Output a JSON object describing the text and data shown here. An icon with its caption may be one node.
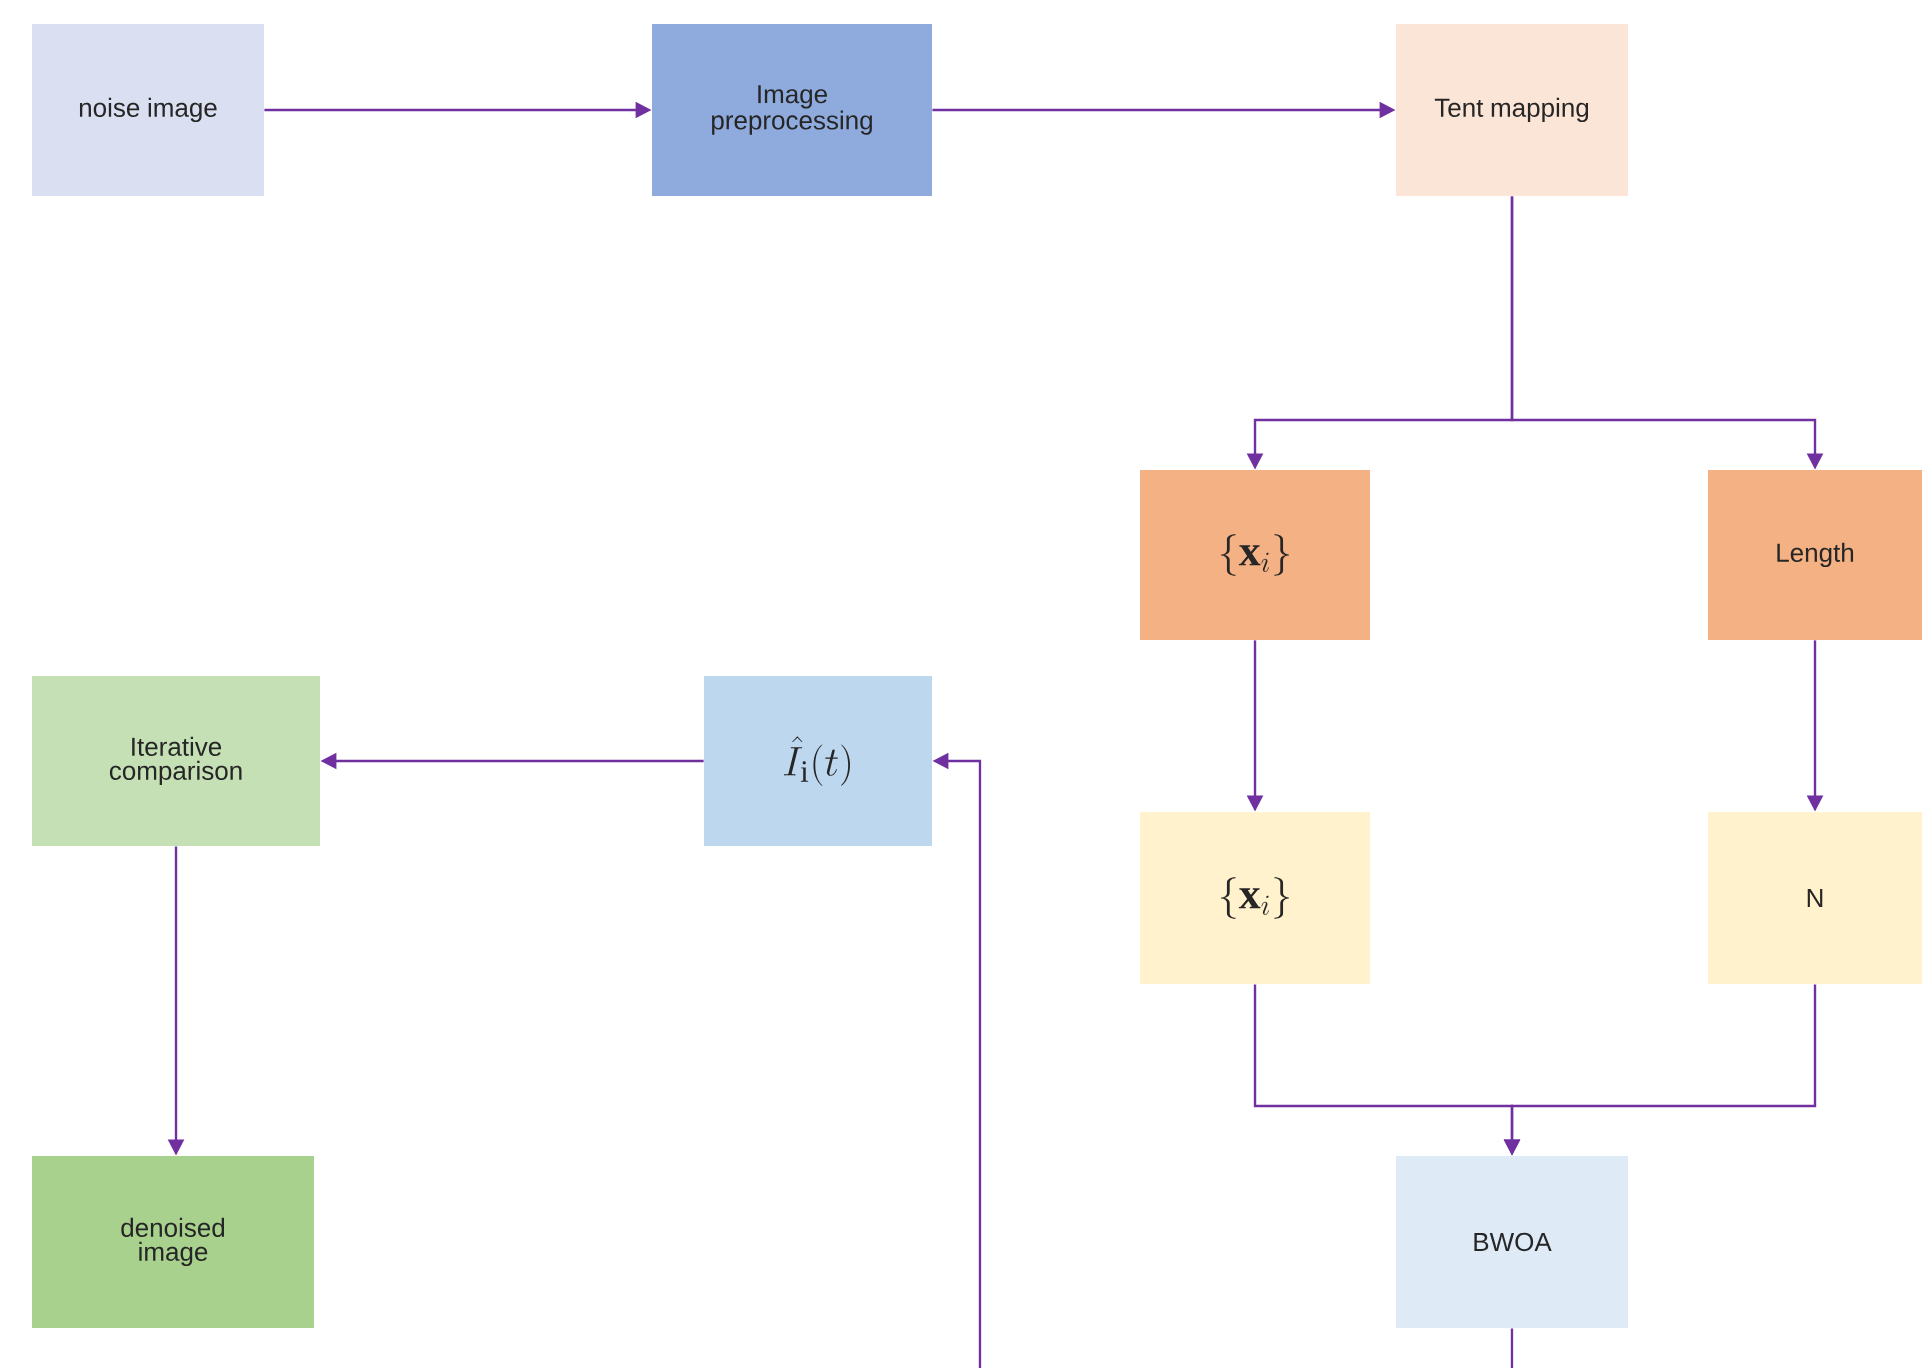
{
  "diagram": {
    "nodes": [
      {
        "text": [
          "noise image"
        ]
      },
      {
        "text": [
          "Image preprocessing"
        ]
      },
      {
        "text": [
          "Tent mapping"
        ]
      },
      {
        "text": [
          "\\{\\mathbf{x}_{i}\\}"
        ]
      },
      {
        "text": [
          "Length"
        ]
      },
      {
        "text": [
          "\\hat{I}_{\\mathrm{i}}(t)"
        ]
      },
      {
        "text": [
          "Iterative comparison"
        ]
      },
      {
        "text": [
          "\\{\\mathbf{x}_{i}\\}"
        ]
      },
      {
        "text": [
          "N"
        ]
      },
      {
        "text": [
          "denoised image"
        ]
      },
      {
        "text": [
          "BWOA"
        ]
      }
    ],
    "edges": [
      {
        "from": 0,
        "to": 1,
        "arrow": "to"
      },
      {
        "from": 1,
        "to": 2,
        "arrow": "to"
      },
      {
        "from": 2,
        "to": 3,
        "arrow": "to"
      },
      {
        "from": 2,
        "to": 4,
        "arrow": "to"
      },
      {
        "from": 3,
        "to": 7,
        "arrow": "to"
      },
      {
        "from": 4,
        "to": 8,
        "arrow": "to"
      },
      {
        "from": 7,
        "to": 10,
        "arrow": "to"
      },
      {
        "from": 8,
        "to": 10,
        "arrow": "to"
      },
      {
        "from": 5,
        "to": 6,
        "arrow": "to"
      },
      {
        "from": 6,
        "to": 9,
        "arrow": "to"
      },
      {
        "from": 10,
        "to": null,
        "arrow": "none"
      },
      {
        "from": null,
        "to": 5,
        "arrow": "to"
      }
    ]
  }
}
